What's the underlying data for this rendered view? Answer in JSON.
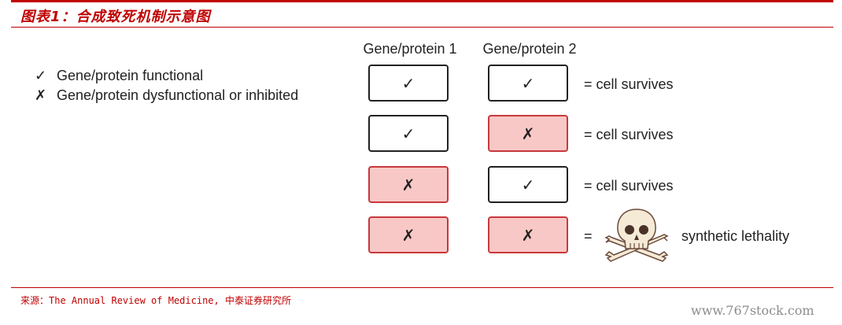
{
  "title": "图表1：合成致死机制示意图",
  "legend": [
    {
      "symbol": "✓",
      "label": "Gene/protein functional"
    },
    {
      "symbol": "✗",
      "label": "Gene/protein dysfunctional or inhibited"
    }
  ],
  "columns": [
    "Gene/protein 1",
    "Gene/protein 2"
  ],
  "rows": [
    {
      "gene1": "✓",
      "gene2": "✓",
      "gene1_state": "functional",
      "gene2_state": "functional",
      "equals": "",
      "outcome": "= cell survives"
    },
    {
      "gene1": "✓",
      "gene2": "✗",
      "gene1_state": "functional",
      "gene2_state": "dysfunctional",
      "equals": "",
      "outcome": "= cell survives"
    },
    {
      "gene1": "✗",
      "gene2": "✓",
      "gene1_state": "dysfunctional",
      "gene2_state": "functional",
      "equals": "",
      "outcome": "= cell survives"
    },
    {
      "gene1": "✗",
      "gene2": "✗",
      "gene1_state": "dysfunctional",
      "gene2_state": "dysfunctional",
      "equals": "=",
      "outcome": "synthetic lethality"
    }
  ],
  "colors": {
    "accent": "#c00000",
    "off_fill": "#f8c8c6",
    "off_border": "#c8383c"
  },
  "source": "来源：The Annual Review of Medicine, 中泰证券研究所",
  "watermark": "www.767stock.com"
}
